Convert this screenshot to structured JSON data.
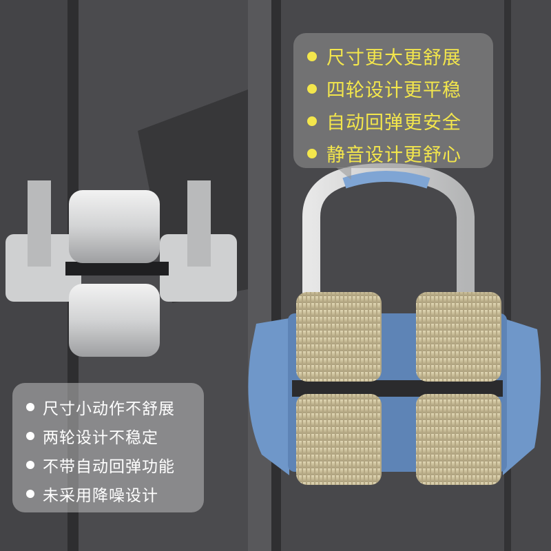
{
  "colors": {
    "wall": "#3b3b3d",
    "door_frame": "#4a4a4d",
    "gray_product": "#d9dadb",
    "blue_base": "#6f97c9",
    "tan_roller": "#c9bd98",
    "highlight_text": "#f3e64c",
    "plain_text": "#ffffff"
  },
  "advantages": {
    "items": [
      "尺寸更大更舒展",
      "四轮设计更平稳",
      "自动回弹更安全",
      "静音设计更舒心"
    ]
  },
  "disadvantages": {
    "items": [
      "尺寸小动作不舒展",
      "两轮设计不稳定",
      "不带自动回弹功能",
      "未采用降噪设计"
    ]
  }
}
